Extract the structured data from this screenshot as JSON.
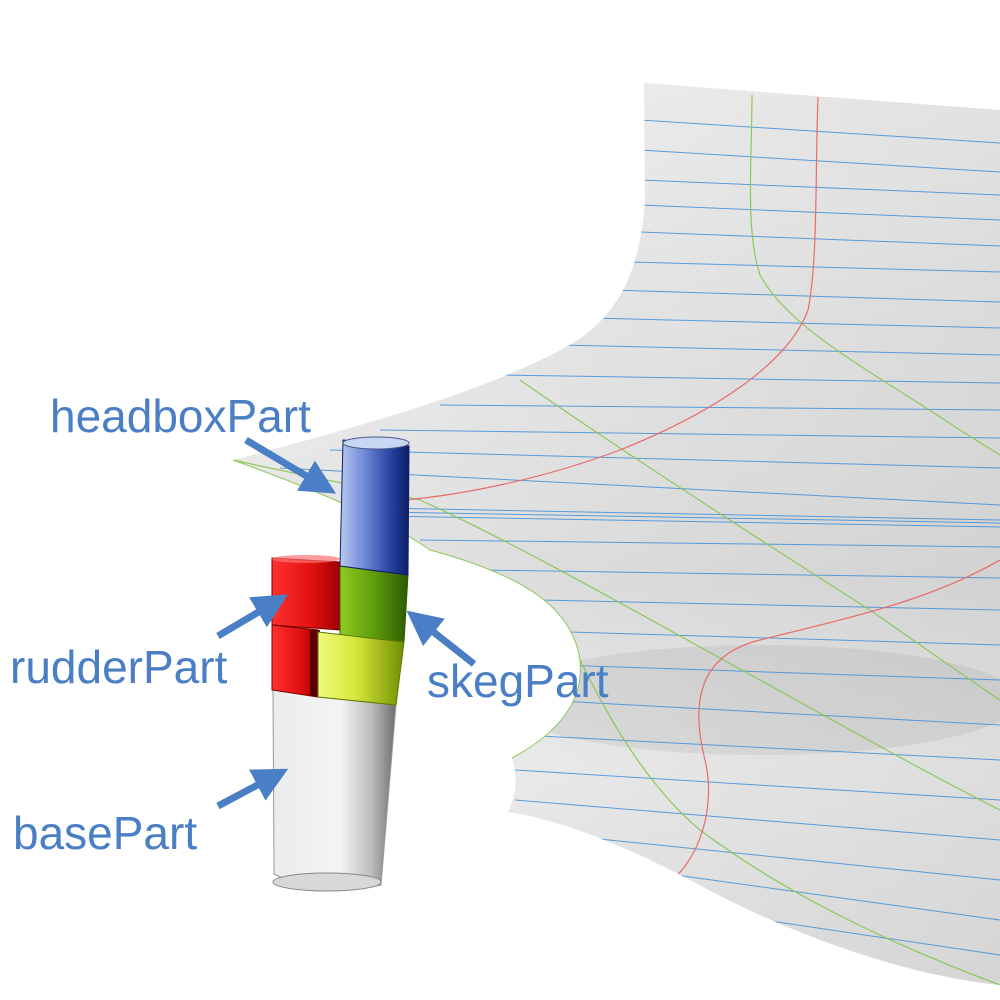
{
  "labels": {
    "headbox": "headboxPart",
    "rudder": "rudderPart",
    "skeg": "skegPart",
    "base": "basePart"
  },
  "colors": {
    "label_text": "#4a7ec5",
    "arrow": "#4a7ec5",
    "headbox": "#1f3f9a",
    "rudder": "#e01818",
    "skeg_upper": "#62a010",
    "skeg_lower": "#d6e83a",
    "base": "#e4e4e4",
    "hull_surface": "#ebebeb",
    "waterlines": "#3f8fd6",
    "buttock_lines": "#8bc85a",
    "section_line": "#e86b6b"
  }
}
